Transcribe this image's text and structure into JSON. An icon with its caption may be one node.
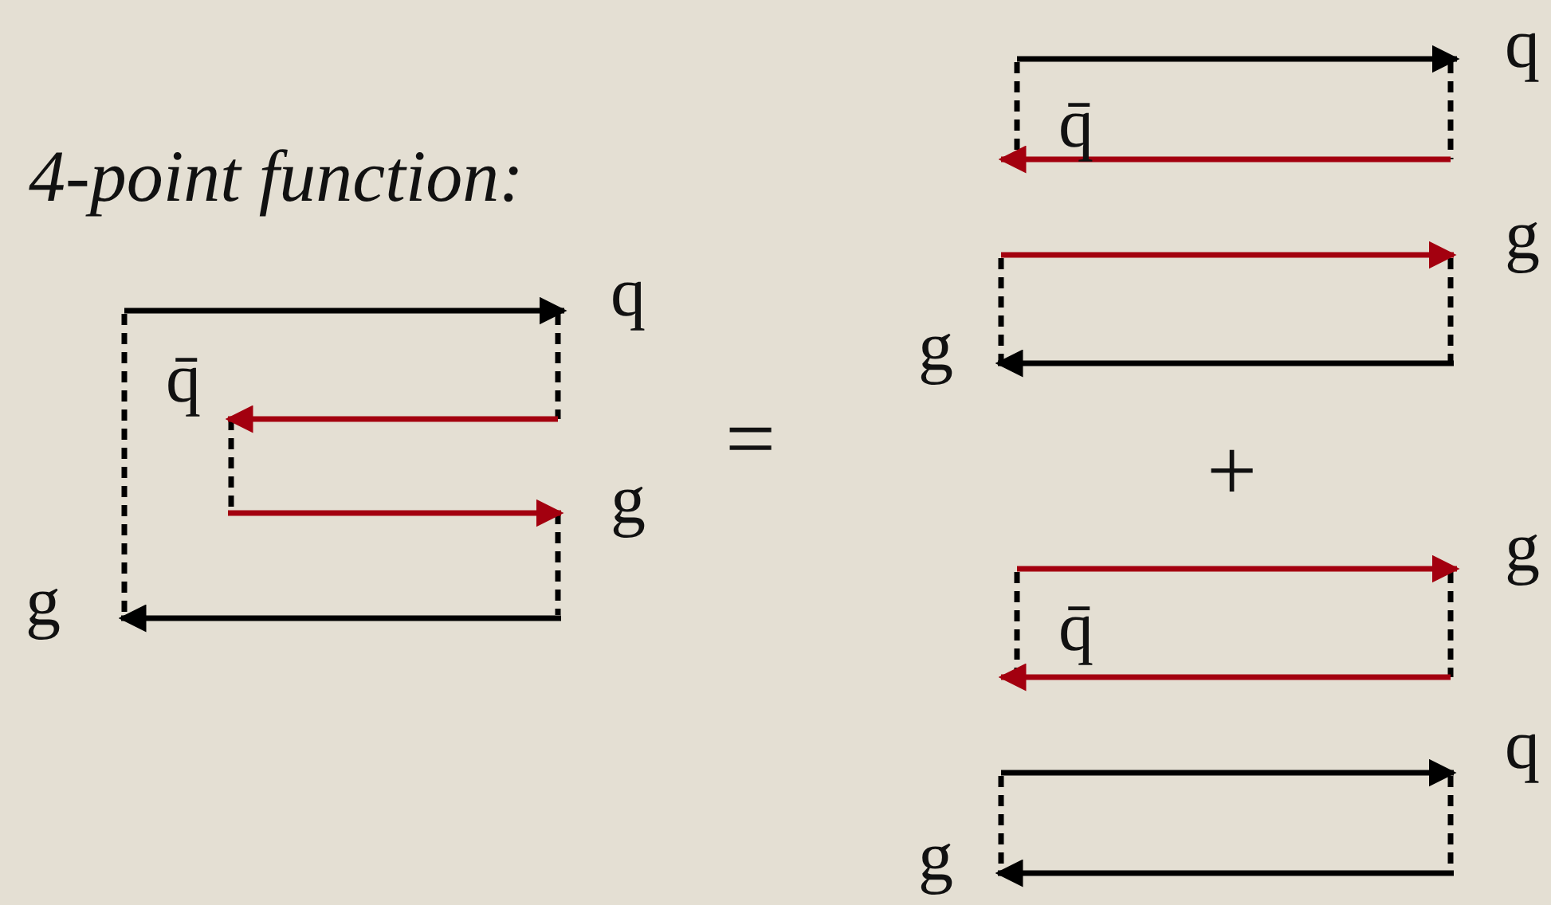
{
  "diagram": {
    "title": "4-point function:",
    "labels": [
      "q",
      "q̄",
      "g",
      "g",
      "=",
      "q",
      "q̄",
      "g",
      "g",
      "+",
      "g",
      "q̄",
      "q",
      "g"
    ]
  }
}
